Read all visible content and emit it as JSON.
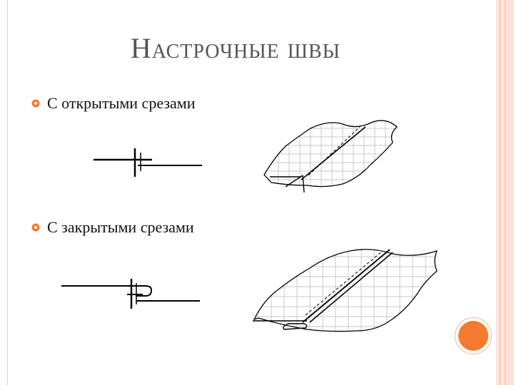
{
  "slide": {
    "title": "Настрочные швы",
    "bullets": [
      {
        "label": "С открытыми срезами",
        "icon": "gear-icon"
      },
      {
        "label": "С закрытыми срезами",
        "icon": "gear-icon"
      }
    ]
  },
  "colors": {
    "accent": "#f47a2f",
    "border": "#fbe3d6",
    "title": "#555555"
  }
}
